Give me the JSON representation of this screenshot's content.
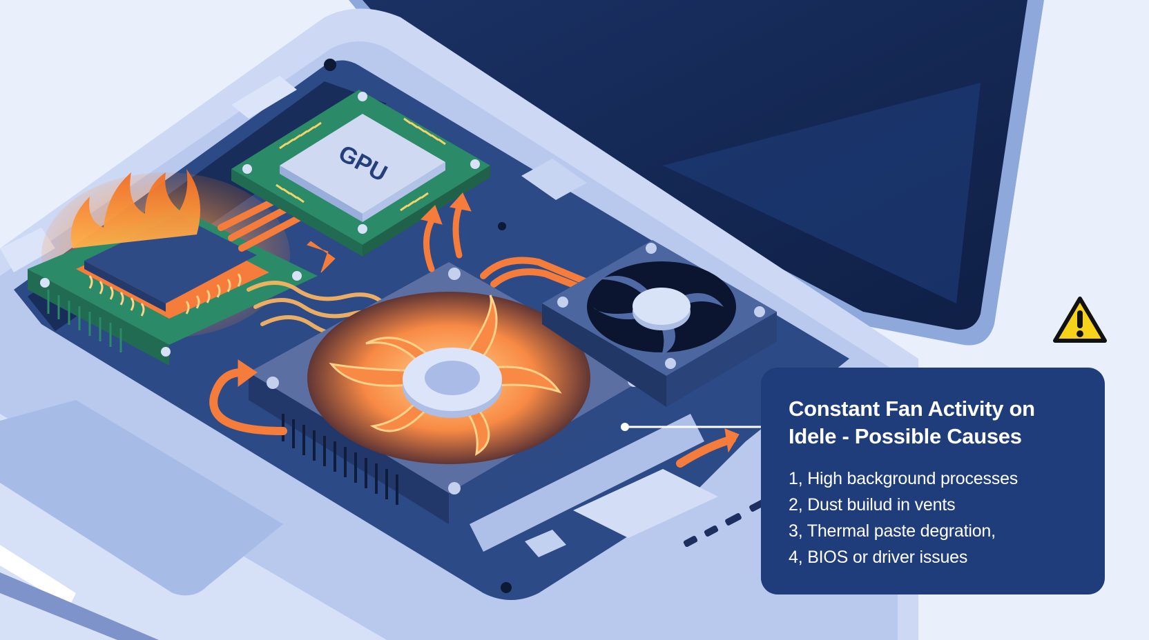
{
  "infographic": {
    "title": "Constant Fan Activity on Idele - Possible Causes",
    "causes": [
      {
        "label": "1, High background processes"
      },
      {
        "label": "2, Dust builud in vents"
      },
      {
        "label": "3, Thermal paste degration,"
      },
      {
        "label": "4, BIOS or driver issues"
      }
    ]
  },
  "illustration": {
    "gpu_label": "GPU",
    "components": [
      "laptop-screen",
      "cpu-chip-overheating",
      "gpu-chip",
      "main-fan-glowing",
      "secondary-fan",
      "heat-pipes",
      "trackpad",
      "ports"
    ],
    "icons": {
      "warning": "warning-triangle-icon",
      "flame": "flame-icon",
      "airflow": "airflow-arrow-icon"
    }
  },
  "colors": {
    "background": "#e9f0fc",
    "panel": "#1f3d7a",
    "screen": "#13254f",
    "tray": "#2b4a86",
    "chassis": "#cdd9f4",
    "pcb": "#2b8a67",
    "heat": "#f57c3a",
    "glow": "#ffc46b",
    "warning": "#f7d21a"
  }
}
